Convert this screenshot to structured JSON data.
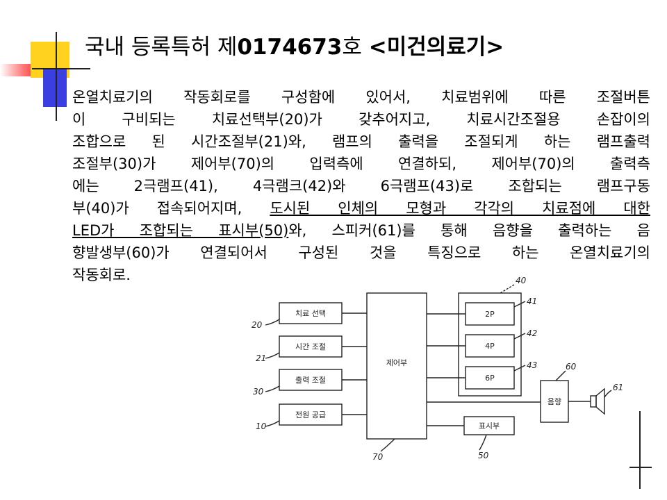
{
  "title": {
    "pre": "국내 등록특허 제",
    "number": "0174673",
    "suf": "호 ",
    "bracket": "<미건의료기>"
  },
  "body_lines": [
    [
      {
        "t": "온열치료기의 작동회로를 구성함에 있어서, 치료범위에 따른 조절버튼"
      }
    ],
    [
      {
        "t": "이 구비되는 치료선택부(20)가 갖추어지고, 치료시간조절용 손잡이의"
      }
    ],
    [
      {
        "t": "조합으로 된 시간조절부(21)와, 램프의 출력을 조절되게 하는 램프출력"
      }
    ],
    [
      {
        "t": "조절부(30)가 제어부(70)의 입력측에 연결하되, 제어부(70)의 출력측"
      }
    ],
    [
      {
        "t": "에는 2극램프(41), 4극램크(42)와 6극램프(43)로 조합되는 램프구동"
      }
    ],
    [
      {
        "t": "부(40)가 접속되어지며, "
      },
      {
        "t": "도시된 인체의 모형과 각각의 치료점에 대한",
        "u": true
      }
    ],
    [
      {
        "t": "LED가 조합되는 표시부(50)",
        "u": true
      },
      {
        "t": "와, 스피커(61)를 통해 음향을 출력하는 음"
      }
    ],
    [
      {
        "t": "향발생부(60)가 연결되어서 구성된 것을 특징으로 하는 온열치료기의"
      }
    ],
    [
      {
        "t": "작동회로."
      }
    ]
  ],
  "diagram": {
    "left_boxes": [
      "치료 선택",
      "시간 조절",
      "출력 조절",
      "전원 공급"
    ],
    "left_refs": [
      "20",
      "21",
      "30",
      "10"
    ],
    "control_label": "제어부",
    "control_ref": "70",
    "lamp_group_ref": "40",
    "lamps": [
      "2P",
      "4P",
      "6P"
    ],
    "lamp_refs": [
      "41",
      "42",
      "43"
    ],
    "display_label": "표시부",
    "display_ref": "50",
    "sound_label": "음향",
    "sound_ref": "60",
    "speaker_ref": "61"
  }
}
